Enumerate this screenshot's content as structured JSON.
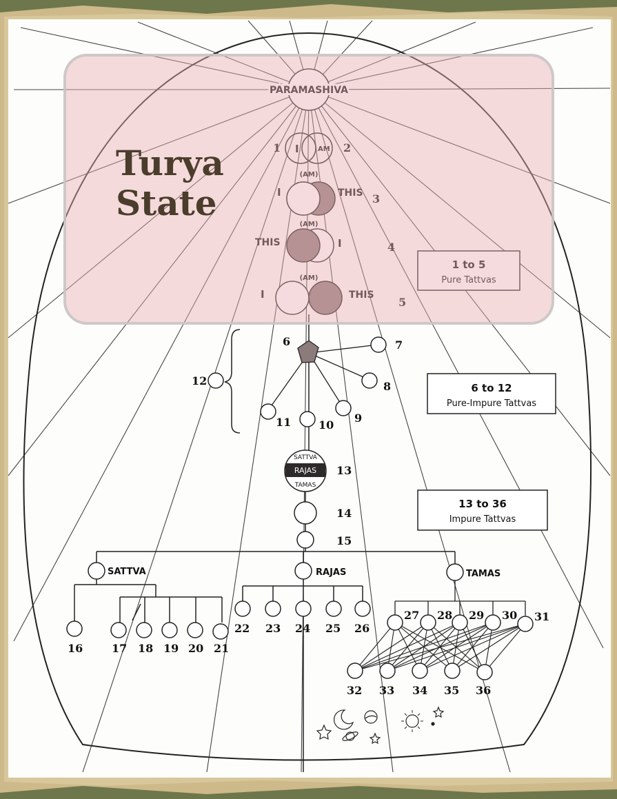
{
  "overlay": {
    "line1": "Turya",
    "line2": "State"
  },
  "diagram": {
    "top": "PARAMASHIVA",
    "stage1": {
      "num_left": "1",
      "left": "I",
      "right": "AM",
      "num_right": "2"
    },
    "stage3": {
      "top": "(AM)",
      "left": "I",
      "right": "THIS",
      "num": "3"
    },
    "stage4": {
      "top": "(AM)",
      "left": "THIS",
      "right": "I",
      "num": "4"
    },
    "stage5": {
      "top": "(AM)",
      "left": "I",
      "right": "THIS",
      "num": "5"
    },
    "gunas_ball": {
      "top": "SATTVA",
      "mid": "RAJAS",
      "bottom": "TAMAS",
      "num": "13"
    },
    "branches": {
      "sattva": "SATTVA",
      "rajas": "RAJAS",
      "tamas": "TAMAS"
    },
    "numbers": {
      "n6": "6",
      "n7": "7",
      "n8": "8",
      "n9": "9",
      "n10": "10",
      "n11": "11",
      "n12": "12",
      "n14": "14",
      "n15": "15",
      "n16": "16",
      "n17": "17",
      "n18": "18",
      "n19": "19",
      "n20": "20",
      "n21": "21",
      "n22": "22",
      "n23": "23",
      "n24": "24",
      "n25": "25",
      "n26": "26",
      "n27": "27",
      "n28": "28",
      "n29": "29",
      "n30": "30",
      "n31": "31",
      "n32": "32",
      "n33": "33",
      "n34": "34",
      "n35": "35",
      "n36": "36"
    }
  },
  "boxes": {
    "pure": {
      "title": "1 to 5",
      "subtitle": "Pure Tattvas"
    },
    "pure_impure": {
      "title": "6 to 12",
      "subtitle": "Pure-Impure Tattvas"
    },
    "impure": {
      "title": "13 to 36",
      "subtitle": "Impure Tattvas"
    }
  }
}
